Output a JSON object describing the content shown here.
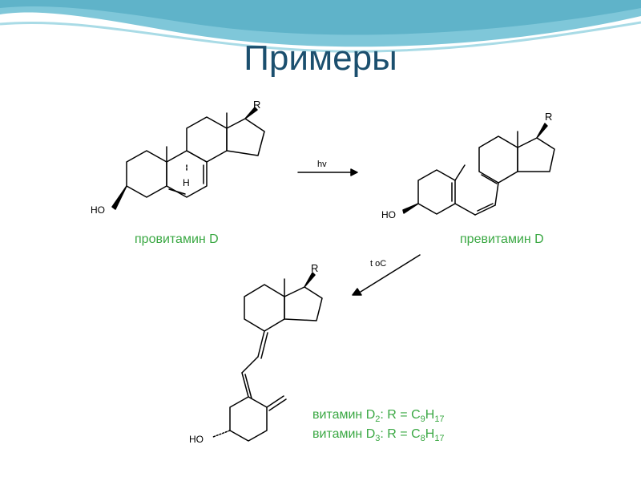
{
  "slide": {
    "title": "Примеры",
    "accent_color": "#3aa843",
    "title_color": "#1b4f6e"
  },
  "compounds": {
    "provitamin": {
      "caption": "провитамин D",
      "labels": {
        "r": "R",
        "h": "H",
        "ho": "HO"
      }
    },
    "previtamin": {
      "caption": "превитамин D",
      "labels": {
        "r": "R",
        "ho": "HO"
      }
    },
    "vitamin": {
      "labels": {
        "r": "R",
        "ho": "HO"
      }
    }
  },
  "arrows": {
    "step1": {
      "label": "hv"
    },
    "step2": {
      "label": "t oC"
    }
  },
  "formulas": {
    "d2": {
      "name": "витамин D",
      "sub_d": "2",
      "eq": ": R = C",
      "sub_c": "9",
      "h": "H",
      "sub_h": "17"
    },
    "d3": {
      "name": "витамин D",
      "sub_d": "3",
      "eq": ": R = C",
      "sub_c": "8",
      "h": "H",
      "sub_h": "17"
    }
  }
}
